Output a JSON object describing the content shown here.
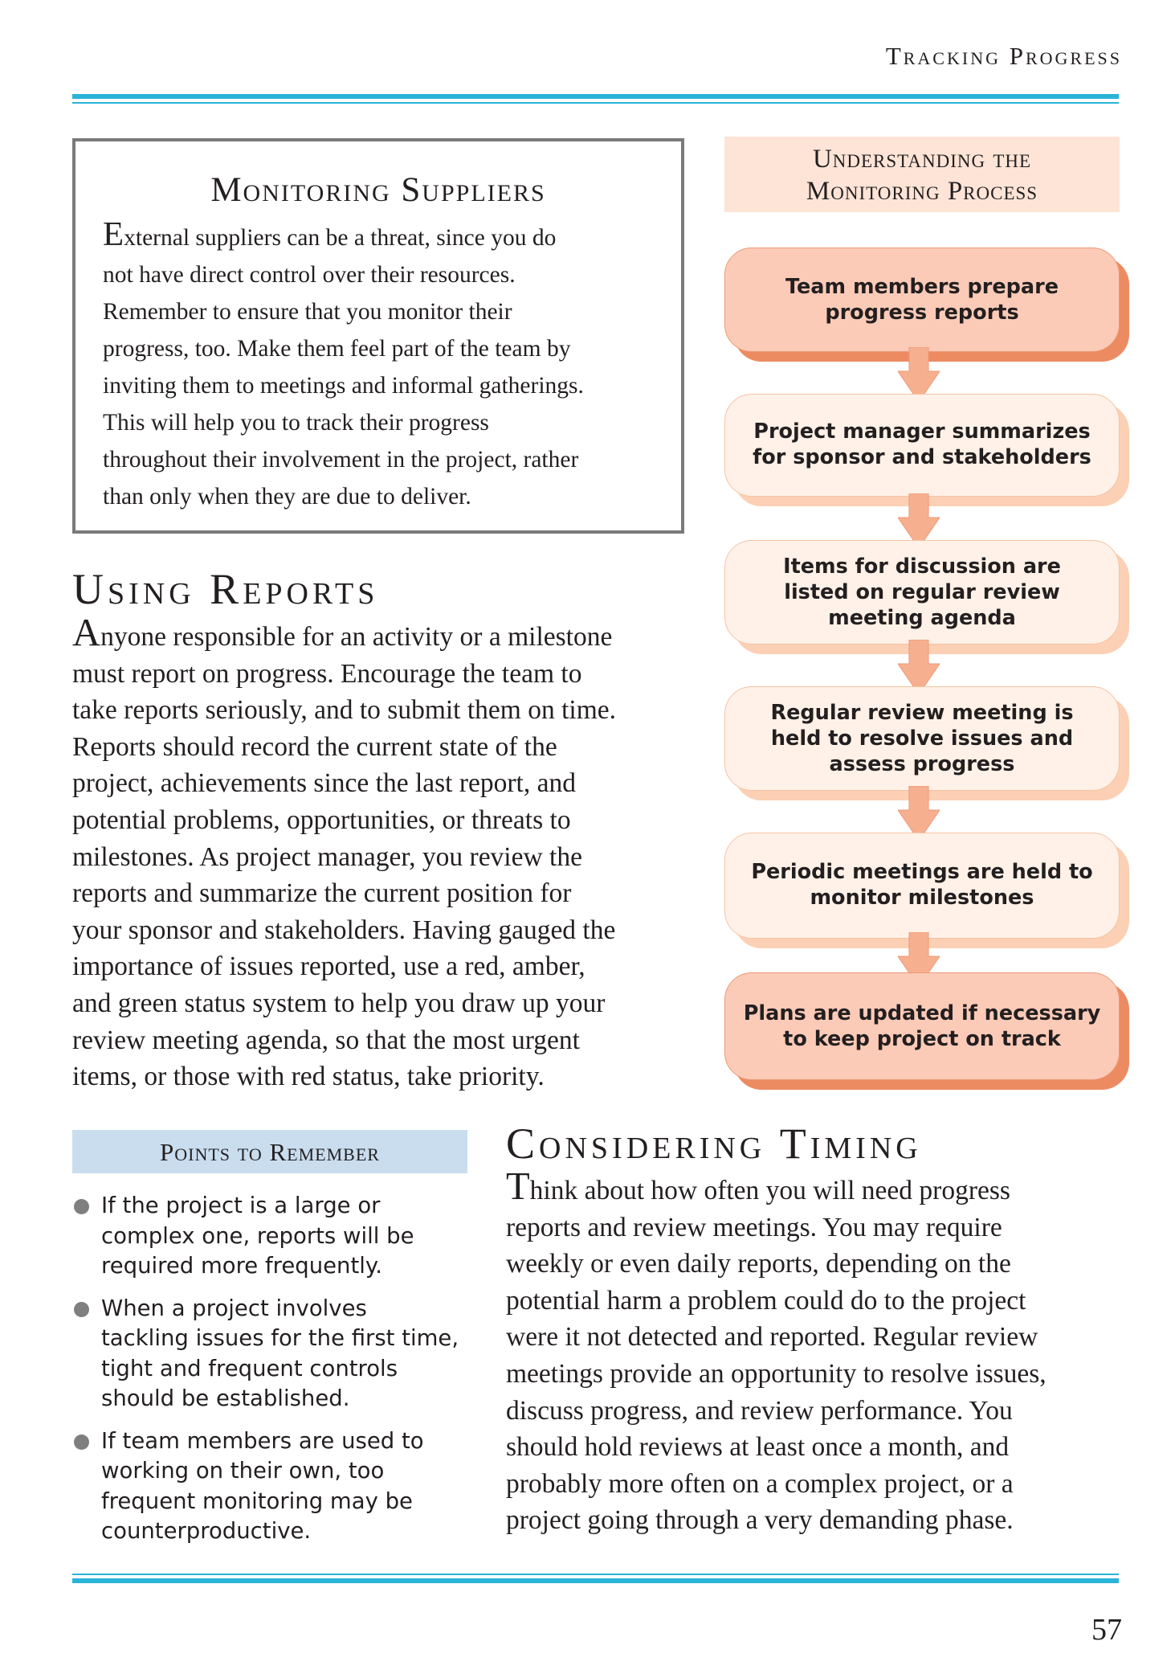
{
  "header": {
    "running_head": "Tracking Progress"
  },
  "monitoring_suppliers": {
    "title": "Monitoring Suppliers",
    "drop_cap": "E",
    "lines": [
      "xternal suppliers can be a threat, since you do",
      "not have direct control over their resources.",
      "Remember to ensure that you monitor their",
      "progress, too. Make them feel part of the team by",
      "inviting them to meetings and informal gatherings.",
      "This will help you to track their progress",
      "throughout their involvement in the project, rather",
      "than only when they are due to deliver."
    ]
  },
  "using_reports": {
    "title": "Using Reports",
    "drop_cap": "A",
    "lines": [
      "nyone responsible for an activity or a milestone",
      "must report on progress. Encourage the team to",
      "take reports seriously, and to submit them on time.",
      "Reports should record the current state of the",
      "project, achievements since the last report, and",
      "potential problems, opportunities, or threats to",
      "milestones. As project manager, you review the",
      "reports and summarize the current position for",
      "your sponsor and stakeholders. Having gauged the",
      "importance of issues reported, use a red, amber,",
      "and green status system to help you draw up your",
      "review meeting agenda, so that the most urgent",
      "items, or those with red status, take priority."
    ]
  },
  "flowchart": {
    "title_line1": "Understanding the",
    "title_line2": "Monitoring Process",
    "steps": [
      {
        "line1": "Team members prepare",
        "line2": "progress reports",
        "line3": ""
      },
      {
        "line1": "Project manager summarizes",
        "line2": "for sponsor and stakeholders",
        "line3": ""
      },
      {
        "line1": "Items for discussion are",
        "line2": "listed on regular review",
        "line3": "meeting agenda"
      },
      {
        "line1": "Regular review meeting is",
        "line2": "held to resolve issues and",
        "line3": "assess progress"
      },
      {
        "line1": "Periodic meetings are held to",
        "line2": "monitor milestones",
        "line3": ""
      },
      {
        "line1": "Plans are updated if necessary",
        "line2": "to keep project on track",
        "line3": ""
      }
    ]
  },
  "points_to_remember": {
    "title": "Points to Remember",
    "items": [
      {
        "lines": [
          "If the project is a large or",
          "complex one, reports will be",
          "required more frequently."
        ]
      },
      {
        "lines": [
          "When a project involves",
          "tackling issues for the first time,",
          "tight and frequent controls",
          "should be established."
        ]
      },
      {
        "lines": [
          "If team members are used to",
          "working on their own, too",
          "frequent monitoring may be",
          "counterproductive."
        ]
      }
    ]
  },
  "considering_timing": {
    "title": "Considering Timing",
    "drop_cap": "T",
    "lines": [
      "hink about how often you will need progress",
      "reports and review meetings. You may require",
      "weekly or even daily reports, depending on the",
      "potential harm a problem could do to the project",
      "were it not detected and reported. Regular review",
      "meetings provide an opportunity to resolve issues,",
      "discuss progress, and review performance. You",
      "should hold reviews at least once a month, and",
      "probably more often on a complex project, or a",
      "project going through a very demanding phase."
    ]
  },
  "page_number": "57",
  "colors": {
    "rule": "#29b4d8",
    "flow_light": "#fff1e7",
    "flow_dark": "#fccbb8",
    "arrow": "#f5a784",
    "points_header": "#c9ddef"
  }
}
